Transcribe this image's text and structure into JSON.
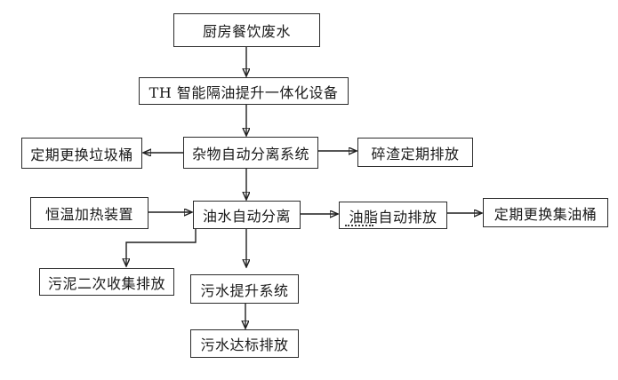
{
  "diagram": {
    "type": "flowchart",
    "language": "zh-CN",
    "nodes": {
      "kitchen": {
        "label": "厨房餐饮废水"
      },
      "device": {
        "label": "TH 智能隔油提升一体化设备"
      },
      "trash": {
        "label": "定期更换垃圾桶"
      },
      "separator": {
        "label": "杂物自动分离系统"
      },
      "residue": {
        "label": "碎渣定期排放"
      },
      "heater": {
        "label": "恒温加热装置"
      },
      "oilwater": {
        "label": "油水自动分离"
      },
      "grease": {
        "label": "油脂自动排放"
      },
      "oilbarrel": {
        "label": "定期更换集油桶"
      },
      "sludge": {
        "label": "污泥二次收集排放"
      },
      "lift": {
        "label": "污水提升系统"
      },
      "discharge": {
        "label": "污水达标排放"
      }
    },
    "edges": [
      {
        "from": "kitchen",
        "to": "device",
        "shape": "straight-down"
      },
      {
        "from": "device",
        "to": "separator",
        "shape": "straight-down"
      },
      {
        "from": "separator",
        "to": "trash",
        "shape": "straight-left"
      },
      {
        "from": "separator",
        "to": "residue",
        "shape": "straight-right"
      },
      {
        "from": "separator",
        "to": "oilwater",
        "shape": "straight-down"
      },
      {
        "from": "heater",
        "to": "oilwater",
        "shape": "straight-right"
      },
      {
        "from": "oilwater",
        "to": "grease",
        "shape": "straight-right"
      },
      {
        "from": "grease",
        "to": "oilbarrel",
        "shape": "straight-right"
      },
      {
        "from": "oilwater",
        "to": "sludge",
        "shape": "elbow-down-left-down"
      },
      {
        "from": "oilwater",
        "to": "lift",
        "shape": "straight-down"
      },
      {
        "from": "lift",
        "to": "discharge",
        "shape": "straight-down"
      }
    ],
    "colors": {
      "background": "#ffffff",
      "box_border": "#2b2b2b",
      "text": "#1a1a1a",
      "arrow": "#1f1f1f"
    }
  }
}
